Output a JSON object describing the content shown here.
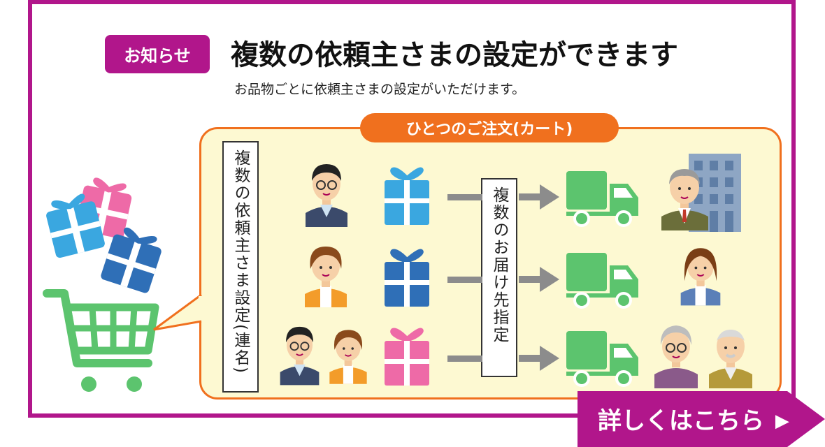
{
  "header": {
    "badge": "お知らせ",
    "title": "複数の依頼主さまの設定ができます",
    "subtitle": "お品物ごとに依頼主さまの設定がいただけます。"
  },
  "panel": {
    "tab_label": "ひとつのご注文(カート)",
    "left_box": "複数の依頼主さま設定(連名)",
    "middle_box": "複数のお届け先指定"
  },
  "cta": {
    "label": "詳しくはこちら",
    "arrow": "▶"
  },
  "colors": {
    "frame": "#b1168b",
    "orange": "#f0701e",
    "panel_bg": "#fdf9d2",
    "truck": "#5cc46e",
    "gift_light_blue": "#3aa7e0",
    "gift_blue": "#2f6fb7",
    "gift_pink": "#ee6aa7"
  },
  "icons": [
    "gift-icon",
    "shopping-cart-icon",
    "truck-icon",
    "person-icon",
    "building-icon",
    "arrow-right-icon"
  ]
}
